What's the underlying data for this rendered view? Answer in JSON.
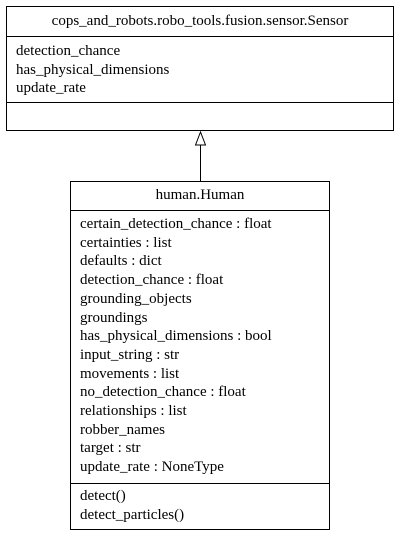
{
  "base_class": {
    "name": "cops_and_robots.robo_tools.fusion.sensor.Sensor",
    "attributes": [
      "detection_chance",
      "has_physical_dimensions",
      "update_rate"
    ],
    "methods": []
  },
  "derived_class": {
    "name": "human.Human",
    "attributes": [
      "certain_detection_chance : float",
      "certainties : list",
      "defaults : dict",
      "detection_chance : float",
      "grounding_objects",
      "groundings",
      "has_physical_dimensions : bool",
      "input_string : str",
      "movements : list",
      "no_detection_chance : float",
      "relationships : list",
      "robber_names",
      "target : str",
      "update_rate : NoneType"
    ],
    "methods": [
      "detect()",
      "detect_particles()"
    ]
  },
  "relationship": {
    "type": "inheritance",
    "from": "human.Human",
    "to": "cops_and_robots.robo_tools.fusion.sensor.Sensor"
  }
}
